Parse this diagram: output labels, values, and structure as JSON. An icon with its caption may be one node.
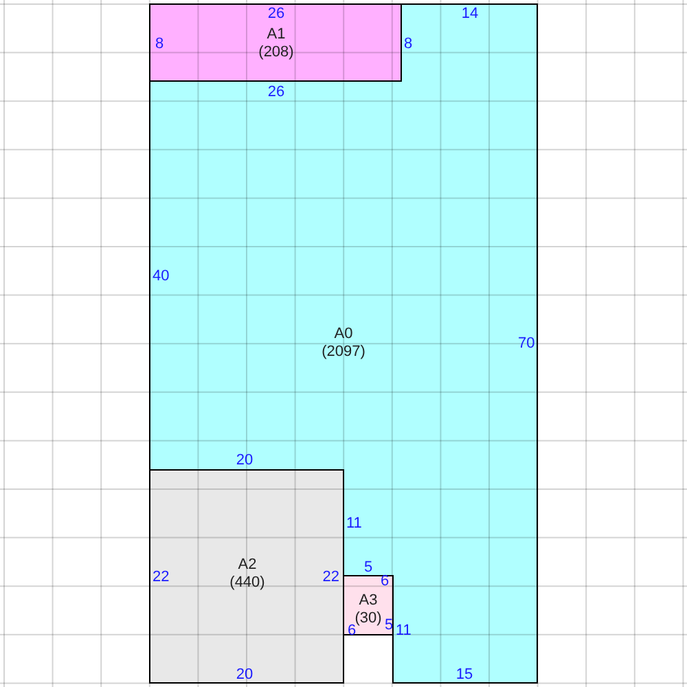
{
  "diagram": {
    "nodes": [
      {
        "text": [
          "A0",
          "(2097)"
        ]
      },
      {
        "text": [
          "A1",
          "(208)"
        ]
      },
      {
        "text": [
          "A2",
          "(440)"
        ]
      },
      {
        "text": [
          "A3",
          "(30)"
        ]
      }
    ],
    "labels": [
      "26",
      "14",
      "8",
      "8",
      "26",
      "40",
      "70",
      "20",
      "11",
      "5",
      "22",
      "22",
      "6",
      "6",
      "5",
      "11",
      "20",
      "15"
    ]
  }
}
